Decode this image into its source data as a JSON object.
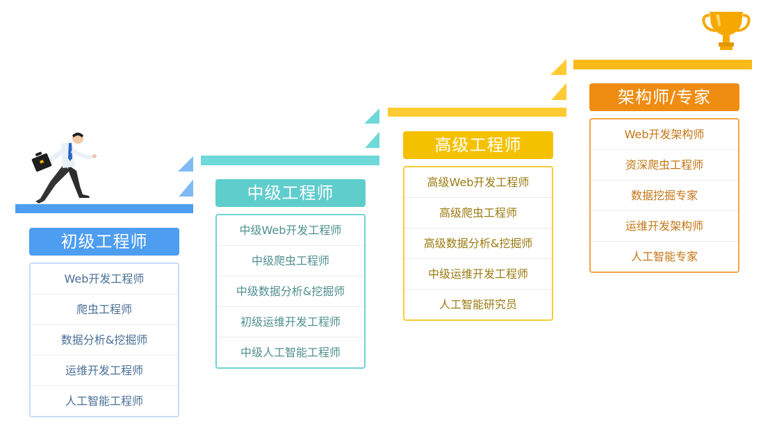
{
  "colors": {
    "junior": "#4d9df0",
    "mid": "#5fcdcc",
    "senior": "#f4c100",
    "architect": "#ef8c12",
    "trophy": "#f5a800"
  },
  "icons": {
    "runner": "running-man-with-briefcase-icon",
    "trophy": "trophy-icon"
  },
  "levels": [
    {
      "title": "初级工程师",
      "items": [
        "Web开发工程师",
        "爬虫工程师",
        "数据分析&挖掘师",
        "运维开发工程师",
        "人工智能工程师"
      ]
    },
    {
      "title": "中级工程师",
      "items": [
        "中级Web开发工程师",
        "中级爬虫工程师",
        "中级数据分析&挖掘师",
        "初级运维开发工程师",
        "中级人工智能工程师"
      ]
    },
    {
      "title": "高级工程师",
      "items": [
        "高级Web开发工程师",
        "高级爬虫工程师",
        "高级数据分析&挖掘师",
        "中级运维开发工程师",
        "人工智能研究员"
      ]
    },
    {
      "title": "架构师/专家",
      "items": [
        "Web开发架构师",
        "资深爬虫工程师",
        "数据挖掘专家",
        "运维开发架构师",
        "人工智能专家"
      ]
    }
  ]
}
